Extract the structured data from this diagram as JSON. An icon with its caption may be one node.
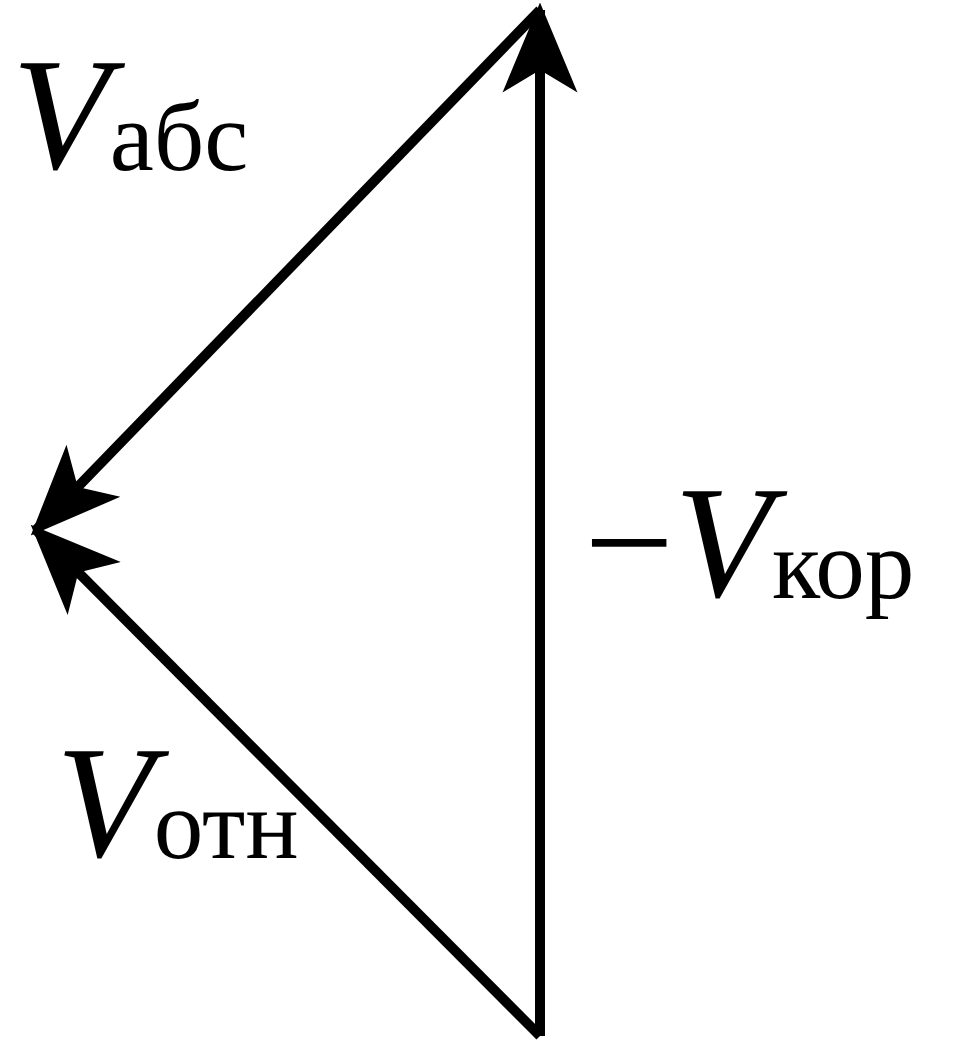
{
  "diagram": {
    "labels": [
      "*V*$_{абс}$",
      "−*V*$_{кор}$",
      "*V*$_{отн}$"
    ]
  }
}
